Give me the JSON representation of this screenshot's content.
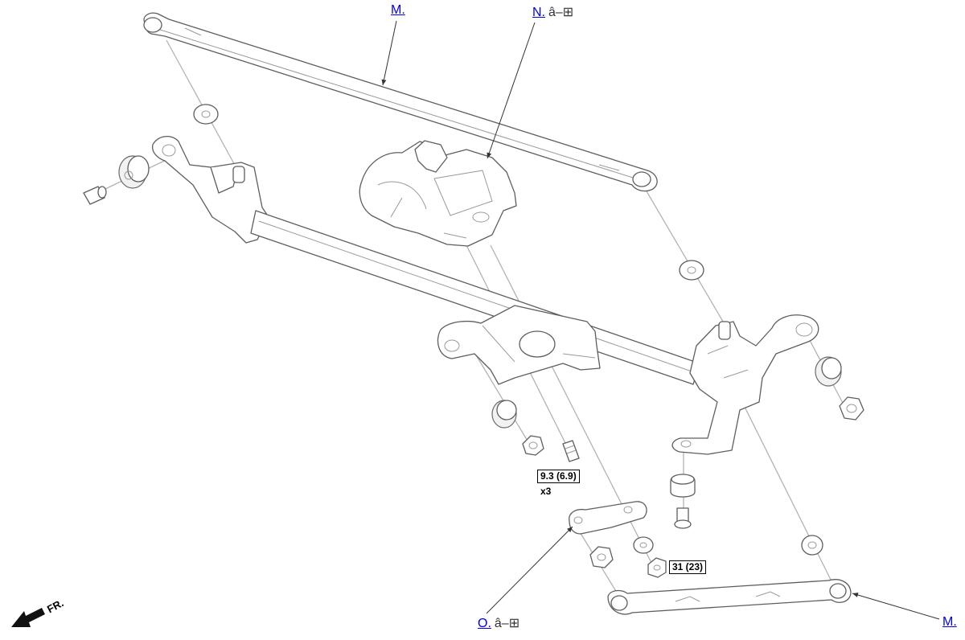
{
  "callouts": {
    "m_top": {
      "label": "M.",
      "suffix": ""
    },
    "n": {
      "label": "N.",
      "suffix": "â–⊞"
    },
    "o": {
      "label": "O.",
      "suffix": "â–⊞"
    },
    "m_bottom": {
      "label": "M.",
      "suffix": ""
    }
  },
  "torque_specs": {
    "bolt": {
      "value": "9.3 (6.9)",
      "qty": "x3"
    },
    "nut": {
      "value": "31 (23)"
    }
  },
  "direction_label": "FR.",
  "icons": [
    "wiper-motor",
    "wiper-linkage-frame",
    "upper-link-rod",
    "lower-link-rod",
    "crank-arm",
    "grommet",
    "bushing",
    "bolt",
    "nut",
    "washer",
    "collar",
    "front-arrow-icon"
  ]
}
